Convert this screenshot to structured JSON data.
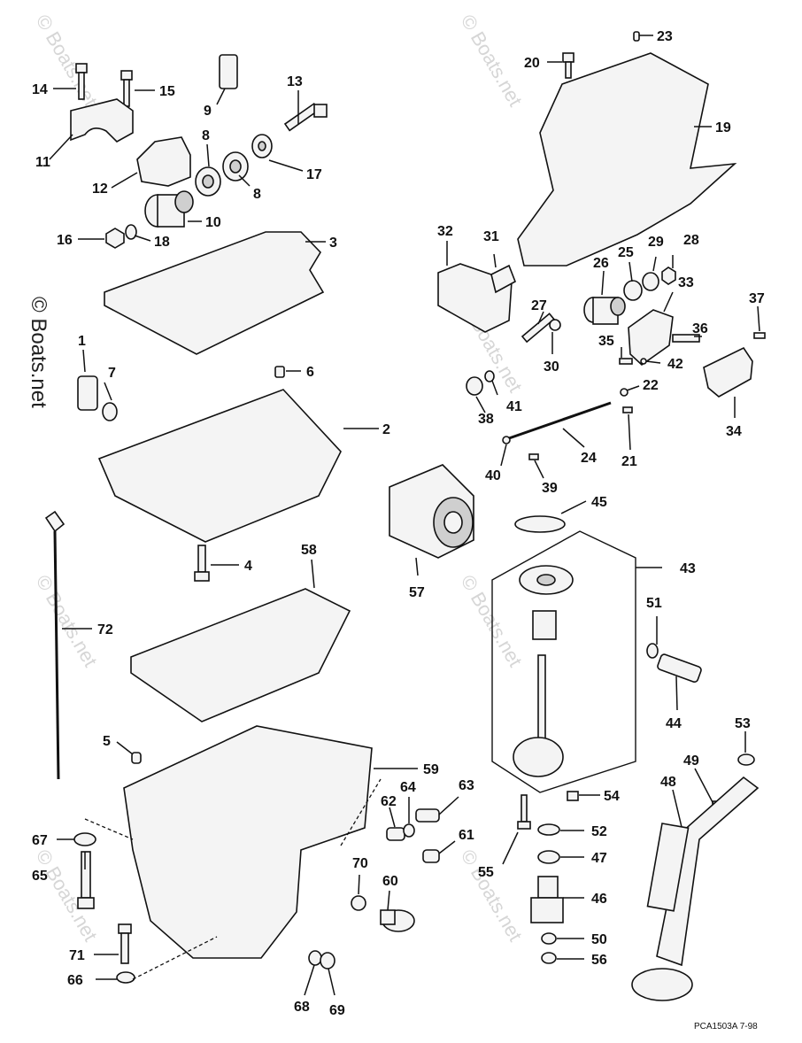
{
  "watermark": "© Boats.net",
  "drawing_code": "PCA1503A  7-98",
  "callouts": [
    "1",
    "2",
    "3",
    "4",
    "5",
    "6",
    "7",
    "8",
    "8",
    "9",
    "10",
    "11",
    "12",
    "13",
    "14",
    "15",
    "16",
    "17",
    "18",
    "19",
    "20",
    "21",
    "22",
    "23",
    "24",
    "25",
    "26",
    "27",
    "28",
    "29",
    "30",
    "31",
    "32",
    "33",
    "34",
    "35",
    "36",
    "37",
    "38",
    "39",
    "40",
    "41",
    "42",
    "43",
    "44",
    "45",
    "46",
    "47",
    "48",
    "49",
    "50",
    "51",
    "52",
    "53",
    "54",
    "55",
    "56",
    "57",
    "58",
    "59",
    "60",
    "61",
    "62",
    "63",
    "64",
    "65",
    "66",
    "67",
    "68",
    "69",
    "70",
    "71",
    "72"
  ]
}
